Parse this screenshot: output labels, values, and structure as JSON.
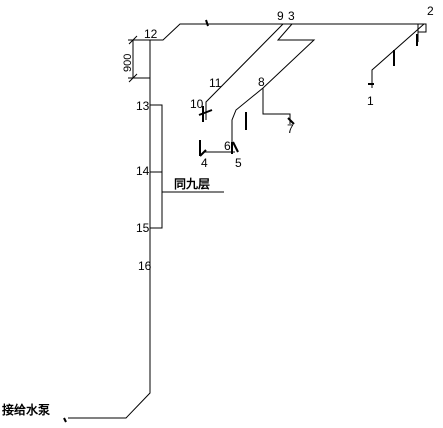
{
  "dimension": {
    "value": "900"
  },
  "node_labels": {
    "n1": "1",
    "n2": "2",
    "n3": "3",
    "n4": "4",
    "n5": "5",
    "n6": "6",
    "n7": "7",
    "n8": "8",
    "n9": "9",
    "n10": "10",
    "n11": "11",
    "n12": "12",
    "n13": "13",
    "n14": "14",
    "n15": "15",
    "n16": "16"
  },
  "notes": {
    "same_as_ninth_floor": "同九层",
    "connect_pump": "接给水泵"
  }
}
